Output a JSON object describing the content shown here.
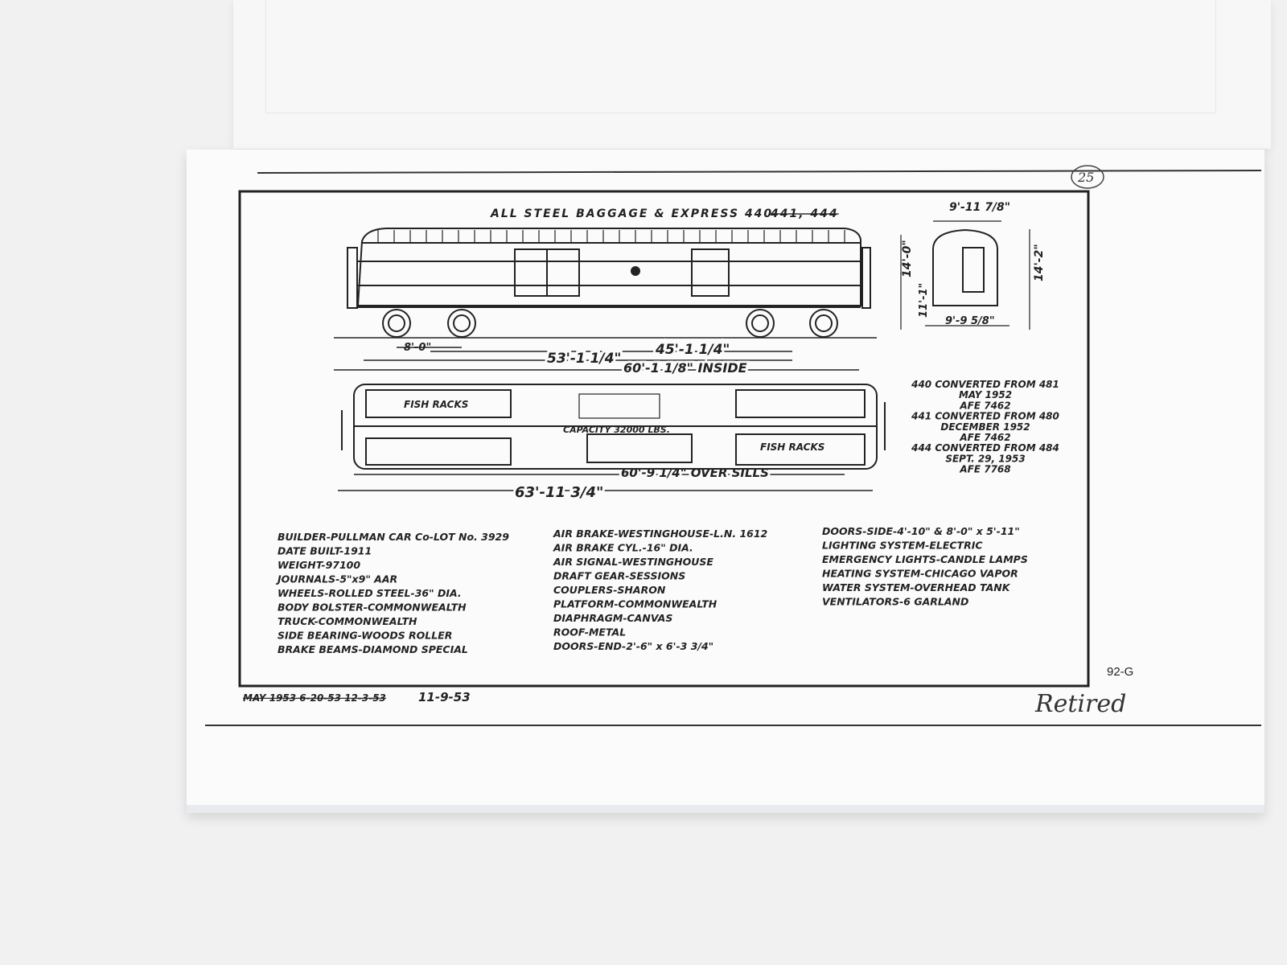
{
  "page_number": "25",
  "title": "ALL STEEL BAGGAGE & EXPRESS 440-",
  "title_struck": "441, 444",
  "dimensions": {
    "end_width_top": "9'-11 7/8\"",
    "end_height_left": "14'-0\"",
    "end_height_right": "14'-2\"",
    "end_inner_height": "11'-1\"",
    "end_width_bottom": "9'-9 5/8\"",
    "truck_wheelbase": "8'-0\"",
    "truck_centers": "45'-1 1/4\"",
    "length_a": "53'-1 1/4\"",
    "inside_length": "60'-1 1/8\" INSIDE",
    "over_sills": "60'-9 1/4\" OVER SILLS",
    "overall_length": "63'-11 3/4\""
  },
  "plan_labels": {
    "fish_racks_left": "FISH RACKS",
    "fish_racks_right": "FISH RACKS",
    "capacity": "CAPACITY 32000 LBS."
  },
  "conversion_notes": [
    "440 CONVERTED FROM 481",
    "MAY 1952",
    "AFE 7462",
    "441 CONVERTED FROM 480",
    "DECEMBER 1952",
    "AFE 7462",
    "444 CONVERTED FROM 484",
    "SEPT. 29, 1953",
    "AFE 7768"
  ],
  "specs_col1": [
    "BUILDER-PULLMAN CAR Co-LOT No. 3929",
    "DATE BUILT-1911",
    "WEIGHT-97100",
    "JOURNALS-5\"x9\" AAR",
    "WHEELS-ROLLED STEEL-36\" DIA.",
    "BODY BOLSTER-COMMONWEALTH",
    "TRUCK-COMMONWEALTH",
    "SIDE BEARING-WOODS ROLLER",
    "BRAKE BEAMS-DIAMOND SPECIAL"
  ],
  "specs_col2": [
    "AIR BRAKE-WESTINGHOUSE-L.N. 1612",
    "AIR BRAKE CYL.-16\" DIA.",
    "AIR SIGNAL-WESTINGHOUSE",
    "DRAFT GEAR-SESSIONS",
    "COUPLERS-SHARON",
    "PLATFORM-COMMONWEALTH",
    "DIAPHRAGM-CANVAS",
    "ROOF-METAL",
    "DOORS-END-2'-6\" x 6'-3 3/4\""
  ],
  "specs_col3": [
    "DOORS-SIDE-4'-10\" & 8'-0\" x 5'-11\"",
    "LIGHTING SYSTEM-ELECTRIC",
    "EMERGENCY LIGHTS-CANDLE LAMPS",
    "HEATING SYSTEM-CHICAGO VAPOR",
    "WATER SYSTEM-OVERHEAD TANK",
    "VENTILATORS-6 GARLAND"
  ],
  "drawing_number": "92-G",
  "revision_struck": "MAY 1953 6-20-53 12-3-53",
  "revision_date": "11-9-53",
  "handwritten_note": "Retired",
  "colors": {
    "ink": "#222222",
    "paper": "#fbfbfc",
    "background": "#f1f1f2"
  }
}
